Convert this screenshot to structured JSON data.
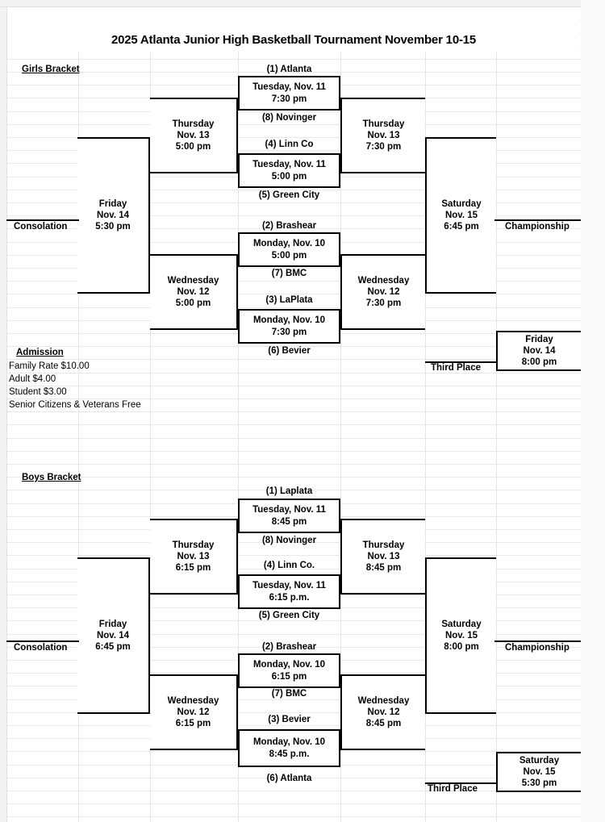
{
  "document": {
    "title": "2025 Atlanta Junior High Basketball Tournament  November 10-15"
  },
  "admission": {
    "heading": "Admission",
    "lines": [
      "Family Rate $10.00",
      "Adult $4.00",
      "Student $3.00",
      "Senior Citizens & Veterans Free"
    ]
  },
  "labels": {
    "consolation": "Consolation",
    "championship": "Championship",
    "third_place": "Third Place"
  },
  "girls": {
    "bracket_label": "Girls Bracket",
    "seeds": {
      "s1": "(1) Atlanta",
      "s8": "(8) Novinger",
      "s4": "(4) Linn Co",
      "s5": "(5) Green City",
      "s2": "(2) Brashear",
      "s7": "(7) BMC",
      "s3": "(3) LaPlata",
      "s6": "(6) Bevier"
    },
    "games": {
      "r1g1": {
        "day": "Tuesday, Nov. 11",
        "time": "7:30 pm"
      },
      "r1g2": {
        "day": "Tuesday, Nov. 11",
        "time": "5:00 pm"
      },
      "r1g3": {
        "day": "Monday, Nov. 10",
        "time": "5:00 pm"
      },
      "r1g4": {
        "day": "Monday, Nov. 10",
        "time": "7:30 pm"
      },
      "semi_left_top": {
        "day": "Thursday",
        "date": "Nov. 13",
        "time": "5:00 pm"
      },
      "semi_left_bottom": {
        "day": "Wednesday",
        "date": "Nov. 12",
        "time": "5:00 pm"
      },
      "semi_right_top": {
        "day": "Thursday",
        "date": "Nov. 13",
        "time": "7:30 pm"
      },
      "semi_right_bottom": {
        "day": "Wednesday",
        "date": "Nov. 12",
        "time": "7:30 pm"
      },
      "consolation_final": {
        "day": "Friday",
        "date": "Nov. 14",
        "time": "5:30 pm"
      },
      "championship_final": {
        "day": "Saturday",
        "date": "Nov. 15",
        "time": "6:45 pm"
      },
      "third_place_game": {
        "day": "Friday",
        "date": "Nov. 14",
        "time": "8:00 pm"
      }
    }
  },
  "boys": {
    "bracket_label": "Boys Bracket",
    "seeds": {
      "s1": "(1) Laplata",
      "s8": "(8) Novinger",
      "s4": "(4) Linn Co.",
      "s5": "(5) Green City",
      "s2": "(2) Brashear",
      "s7": "(7) BMC",
      "s3": "(3) Bevier",
      "s6": "(6) Atlanta"
    },
    "games": {
      "r1g1": {
        "day": "Tuesday, Nov. 11",
        "time": "8:45 pm"
      },
      "r1g2": {
        "day": "Tuesday, Nov. 11",
        "time": "6:15 p.m."
      },
      "r1g3": {
        "day": "Monday, Nov. 10",
        "time": "6:15 pm"
      },
      "r1g4": {
        "day": "Monday, Nov. 10",
        "time": "8:45 p.m."
      },
      "semi_left_top": {
        "day": "Thursday",
        "date": "Nov. 13",
        "time": "6:15 pm"
      },
      "semi_left_bottom": {
        "day": "Wednesday",
        "date": "Nov. 12",
        "time": "6:15 pm"
      },
      "semi_right_top": {
        "day": "Thursday",
        "date": "Nov. 13",
        "time": "8:45 pm"
      },
      "semi_right_bottom": {
        "day": "Wednesday",
        "date": "Nov. 12",
        "time": "8:45 pm"
      },
      "consolation_final": {
        "day": "Friday",
        "date": "Nov. 14",
        "time": "6:45 pm"
      },
      "championship_final": {
        "day": "Saturday",
        "date": "Nov. 15",
        "time": "8:00 pm"
      },
      "third_place_game": {
        "day": "Saturday",
        "date": "Nov. 15",
        "time": "5:30 pm"
      }
    }
  }
}
